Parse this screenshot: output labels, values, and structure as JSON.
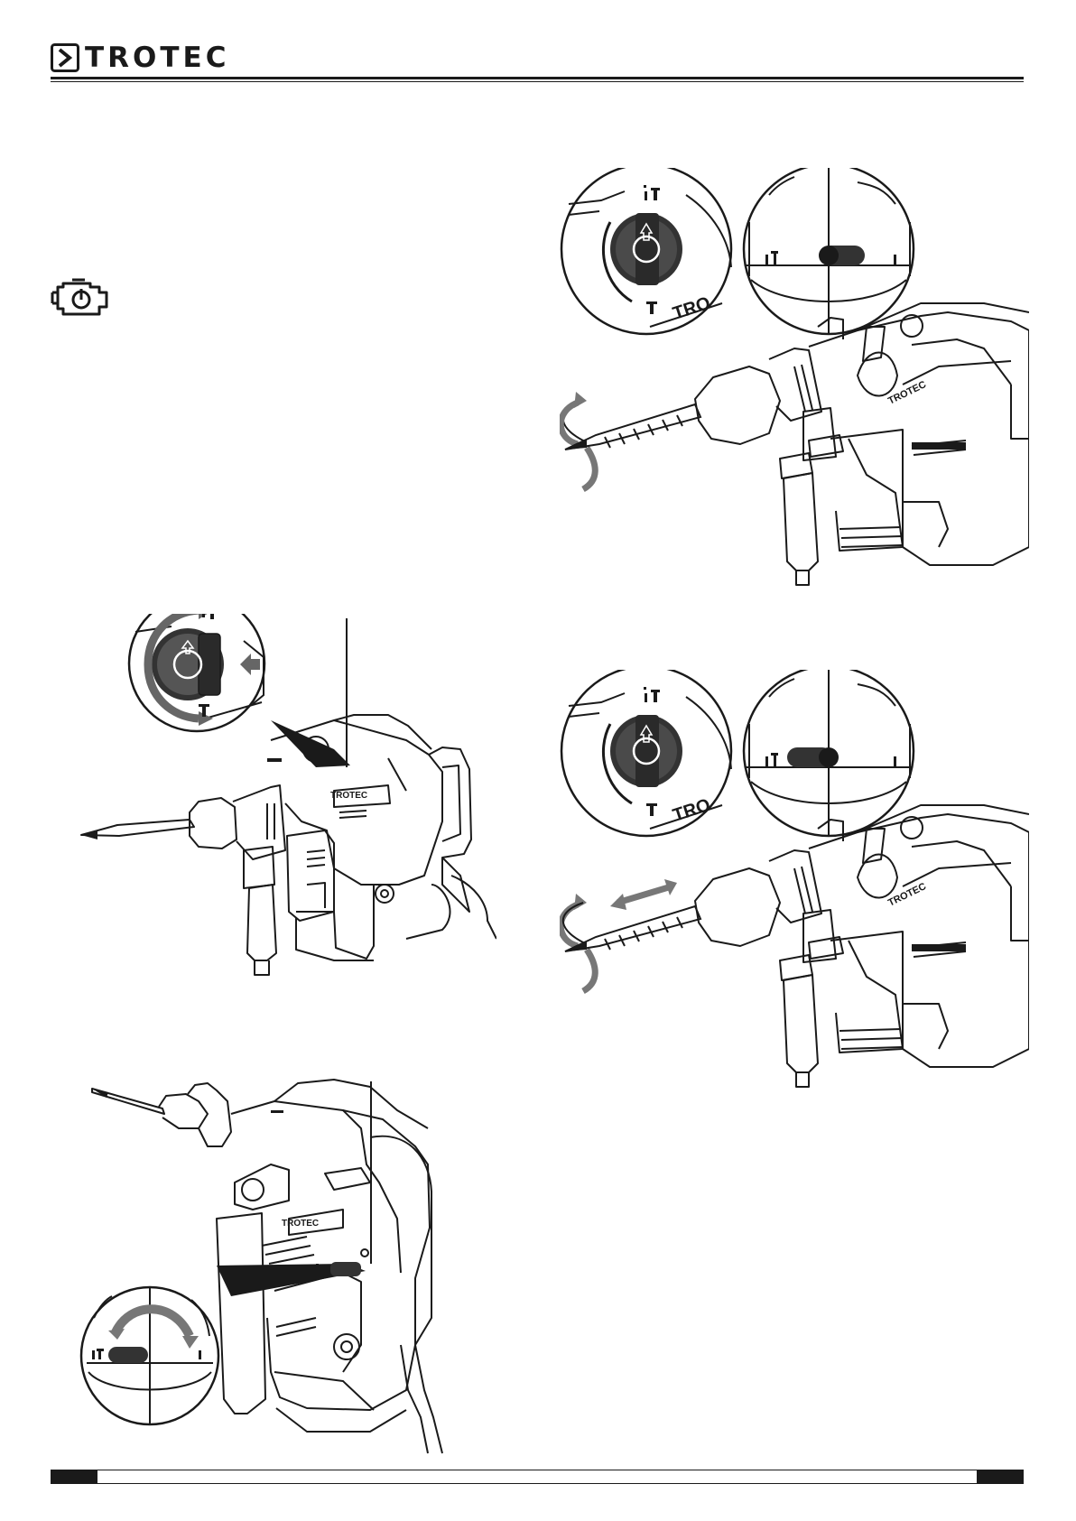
{
  "header": {
    "brand_name": "TROTEC",
    "accent_color": "#1a1a1a"
  },
  "icons": {
    "note_icon": "engine-power-icon"
  },
  "figures": {
    "knob_logo_text": "TRO",
    "body_logo_text": "TROTEC"
  }
}
